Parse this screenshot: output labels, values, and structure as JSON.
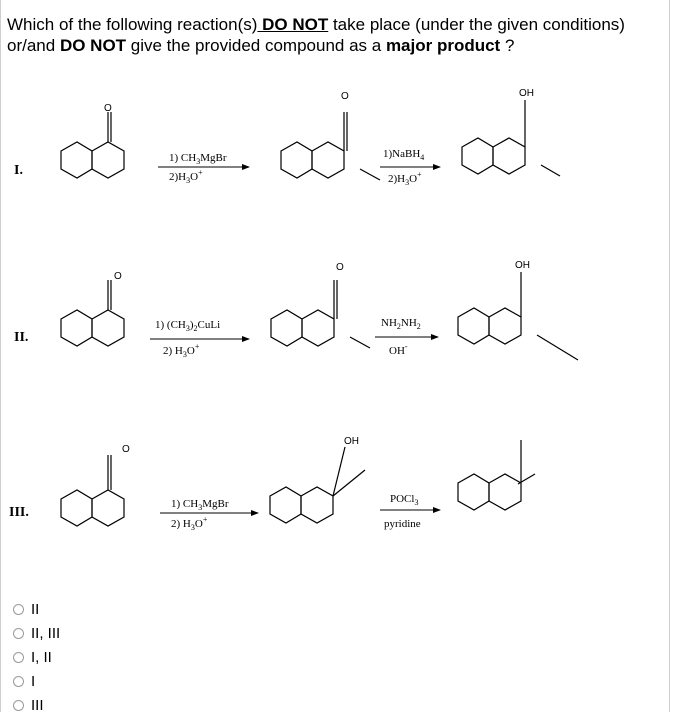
{
  "question": {
    "part1": "Which of the following reaction(s)",
    "part2": " DO NOT",
    "part3": " take place (under the given conditions) or/and ",
    "part4": "DO NOT",
    "part5": " give the provided compound as a ",
    "part6": "major product",
    "part7": " ?"
  },
  "reactions": [
    {
      "label": "I.",
      "step1": [
        "1) CH",
        "3",
        "MgBr",
        "2)H",
        "3",
        "O",
        "+"
      ],
      "step2": [
        "1)NaBH",
        "4",
        "2)H",
        "3",
        "O",
        "+"
      ]
    },
    {
      "label": "II.",
      "step1": [
        "1) (CH",
        "3",
        ")",
        "2",
        "CuLi",
        "2) H",
        "3",
        "O",
        "+"
      ],
      "step2": [
        "NH",
        "2",
        "NH",
        "2",
        "OH",
        "-"
      ]
    },
    {
      "label": "III.",
      "step1": [
        "1) CH",
        "3",
        "MgBr",
        "2) H",
        "3",
        "O",
        "+"
      ],
      "step2": [
        "POCl",
        "3",
        "pyridine"
      ]
    }
  ],
  "atoms": {
    "oxygen": "O",
    "hydroxyl": "OH"
  },
  "options": [
    {
      "label": "II"
    },
    {
      "label": "II, III"
    },
    {
      "label": "I, II"
    },
    {
      "label": "I"
    },
    {
      "label": "III"
    }
  ]
}
